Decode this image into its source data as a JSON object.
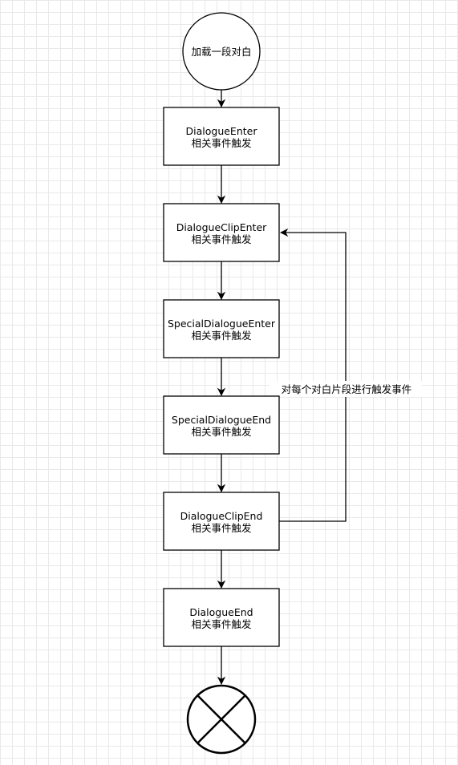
{
  "start": {
    "label": "加载一段对白"
  },
  "steps": [
    {
      "id": "dialogue-enter",
      "line1": "DialogueEnter",
      "line2": "相关事件触发"
    },
    {
      "id": "dialogue-clip-enter",
      "line1": "DialogueClipEnter",
      "line2": "相关事件触发"
    },
    {
      "id": "special-dialogue-enter",
      "line1": "SpecialDialogueEnter",
      "line2": "相关事件触发"
    },
    {
      "id": "special-dialogue-end",
      "line1": "SpecialDialogueEnd",
      "line2": "相关事件触发"
    },
    {
      "id": "dialogue-clip-end",
      "line1": "DialogueClipEnd",
      "line2": "相关事件触发"
    },
    {
      "id": "dialogue-end",
      "line1": "DialogueEnd",
      "line2": "相关事件触发"
    }
  ],
  "loop": {
    "label": "对每个对白片段进行触发事件"
  },
  "end": {
    "symbol": "terminator-x-icon"
  }
}
